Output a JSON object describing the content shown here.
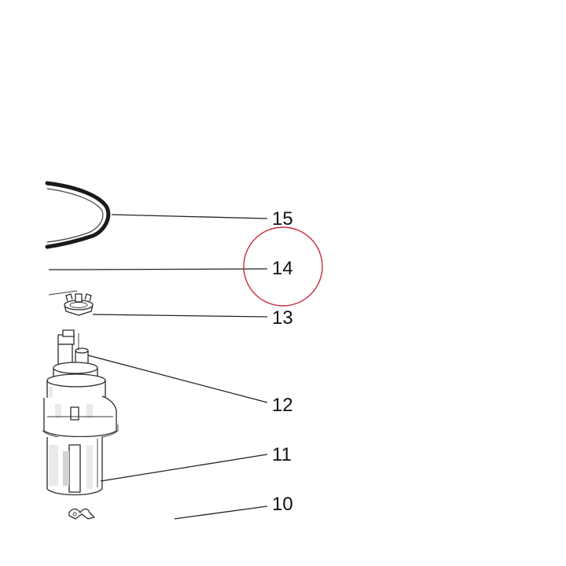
{
  "callouts": [
    {
      "id": "15",
      "label": "15"
    },
    {
      "id": "14",
      "label": "14"
    },
    {
      "id": "13",
      "label": "13"
    },
    {
      "id": "12",
      "label": "12"
    },
    {
      "id": "11",
      "label": "11"
    },
    {
      "id": "10",
      "label": "10"
    }
  ],
  "highlight": {
    "target": "14",
    "color": "#c8283c"
  },
  "colors": {
    "line": "#222222",
    "background": "#ffffff"
  }
}
